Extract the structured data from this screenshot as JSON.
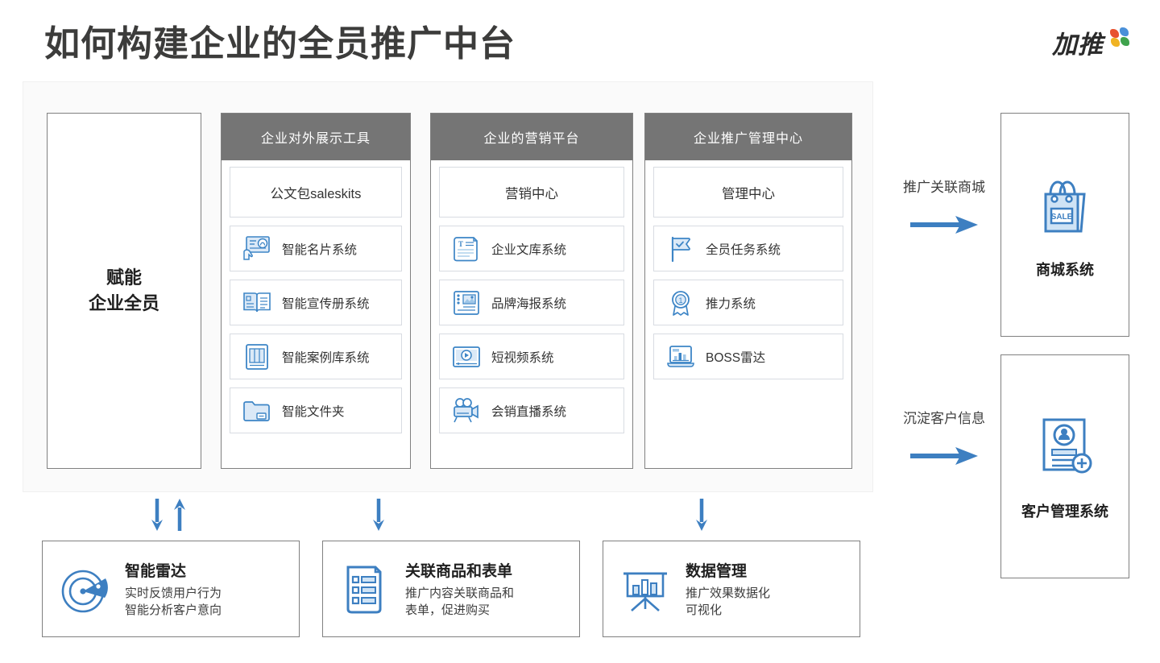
{
  "header": {
    "title": "如何构建企业的全员推广中台",
    "brand_name": "加推",
    "brand_mark_colors": [
      "#e8522f",
      "#4a90d9",
      "#f0b323",
      "#3fa34d"
    ]
  },
  "colors": {
    "accent_blue": "#3d7fc1",
    "icon_blue": "#3d85c6",
    "header_gray": "#757575",
    "panel_bg": "#fafafa",
    "border_gray": "#808080",
    "item_border": "#d8dce2",
    "title_dark": "#3c3c3b"
  },
  "enable_panel": {
    "text": "赋能\n企业全员"
  },
  "columns": [
    {
      "header": "企业对外展示工具",
      "items": [
        {
          "label": "公文包saleskits",
          "icon": "",
          "title_only": true
        },
        {
          "label": "智能名片系统",
          "icon": "name-card-icon",
          "title_only": false
        },
        {
          "label": "智能宣传册系统",
          "icon": "brochure-icon",
          "title_only": false
        },
        {
          "label": "智能案例库系统",
          "icon": "case-library-icon",
          "title_only": false
        },
        {
          "label": "智能文件夹",
          "icon": "folder-icon",
          "title_only": false
        }
      ]
    },
    {
      "header": "企业的营销平台",
      "items": [
        {
          "label": "营销中心",
          "icon": "",
          "title_only": true
        },
        {
          "label": "企业文库系统",
          "icon": "document-scroll-icon",
          "title_only": false
        },
        {
          "label": "品牌海报系统",
          "icon": "poster-icon",
          "title_only": false
        },
        {
          "label": "短视频系统",
          "icon": "video-play-icon",
          "title_only": false
        },
        {
          "label": "会销直播系统",
          "icon": "live-camera-icon",
          "title_only": false
        }
      ]
    },
    {
      "header": "企业推广管理中心",
      "items": [
        {
          "label": "管理中心",
          "icon": "",
          "title_only": true
        },
        {
          "label": "全员任务系统",
          "icon": "flag-check-icon",
          "title_only": false
        },
        {
          "label": "推力系统",
          "icon": "medal-icon",
          "title_only": false
        },
        {
          "label": "BOSS雷达",
          "icon": "laptop-chart-icon",
          "title_only": false
        }
      ]
    }
  ],
  "flows": [
    {
      "label": "推广关联商城",
      "icon": "arrow-right-icon"
    },
    {
      "label": "沉淀客户信息",
      "icon": "arrow-right-icon"
    }
  ],
  "right_boxes": [
    {
      "label": "商城系统",
      "icon": "shopping-bag-sale-icon",
      "badge_text": "SALE"
    },
    {
      "label": "客户管理系统",
      "icon": "customer-card-add-icon"
    }
  ],
  "bottom_arrows": [
    {
      "name": "down-up-arrows",
      "directions": [
        "down",
        "up"
      ]
    },
    {
      "name": "down-arrow",
      "directions": [
        "down"
      ]
    },
    {
      "name": "down-arrow",
      "directions": [
        "down"
      ]
    }
  ],
  "bottom_cards": [
    {
      "title": "智能雷达",
      "desc": "实时反馈用户行为\n智能分析客户意向",
      "icon": "radar-icon"
    },
    {
      "title": "关联商品和表单",
      "desc": "推广内容关联商品和\n表单，促进购买",
      "icon": "form-list-icon"
    },
    {
      "title": "数据管理",
      "desc": "推广效果数据化\n可视化",
      "icon": "easel-chart-icon"
    }
  ]
}
